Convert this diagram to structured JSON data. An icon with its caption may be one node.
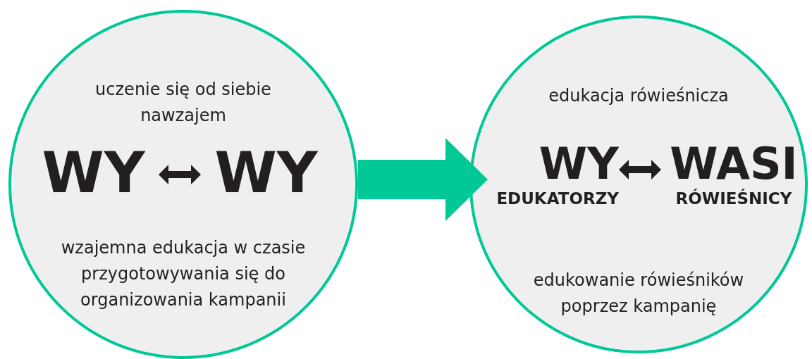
{
  "diagram": {
    "nodes": [
      {
        "text": [
          "uczenie się od siebie nawzajem",
          "wzajemna edukacja w czasie przygotowywania się do organizowania kampanii"
        ]
      },
      {
        "text": [
          "WY"
        ],
        "in": 0
      },
      {
        "text": [
          "WY"
        ],
        "in": 0
      },
      {
        "text": [
          "edukacja rówieśnicza",
          "edukowanie rówieśników poprzez kampanię"
        ]
      },
      {
        "text": [
          "WY",
          "EDUKATORZY"
        ],
        "in": 3
      },
      {
        "text": [
          "WASI",
          "RÓWIEŚNICY"
        ],
        "in": 3
      }
    ],
    "edges": [
      {
        "from": 0,
        "to": 3,
        "arrow": "to",
        "style": "thick",
        "color": "#00c896"
      },
      {
        "from": 1,
        "to": 2,
        "arrow": "both"
      },
      {
        "from": 4,
        "to": 5,
        "arrow": "both"
      }
    ]
  }
}
